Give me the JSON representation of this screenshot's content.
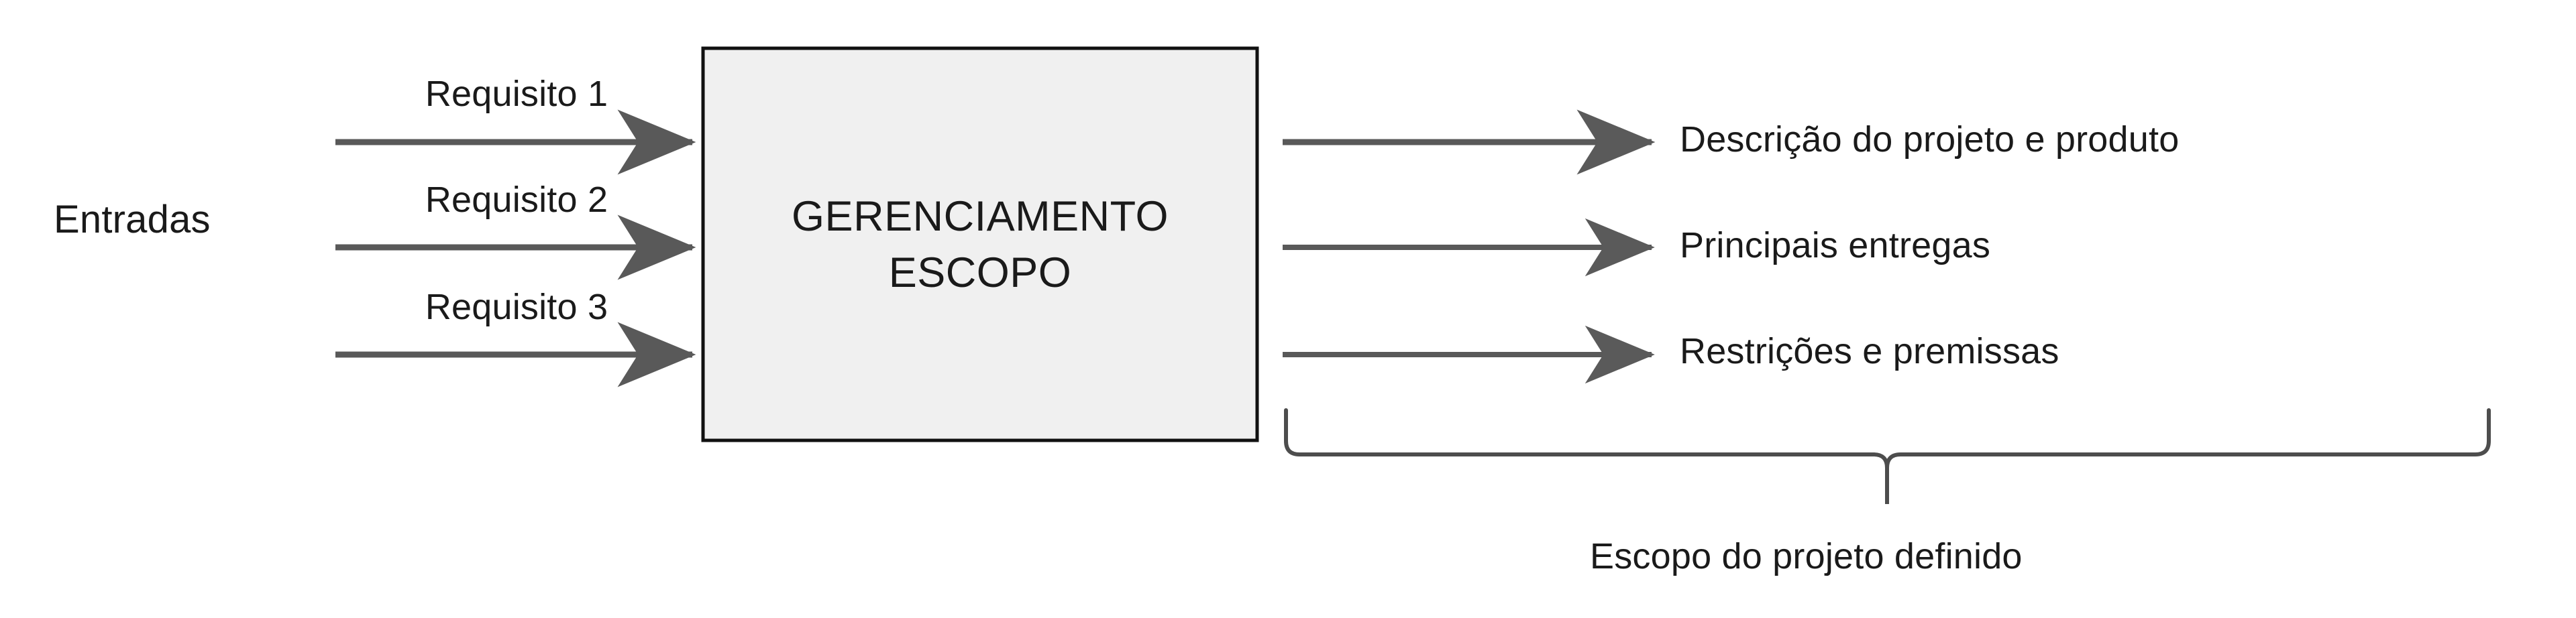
{
  "diagram": {
    "title_text": "GERENCIAMENTO ESCOPO",
    "colors": {
      "background": "#ffffff",
      "box_fill": "#f0f0f0",
      "box_border": "#111111",
      "arrow": "#595959",
      "text": "#1a1a1a",
      "brace": "#4d4d4d"
    },
    "input_group": {
      "group_label": "Entradas",
      "items": [
        {
          "label": "Requisito 1",
          "icon": "arrow-right-icon"
        },
        {
          "label": "Requisito 2",
          "icon": "arrow-right-icon"
        },
        {
          "label": "Requisito 3",
          "icon": "arrow-right-icon"
        }
      ]
    },
    "process": {
      "line1": "GERENCIAMENTO",
      "line2": "ESCOPO"
    },
    "output_group": {
      "items": [
        {
          "label": "Descrição do projeto e produto",
          "icon": "arrow-right-icon"
        },
        {
          "label": "Principais entregas",
          "icon": "arrow-right-icon"
        },
        {
          "label": "Restrições e premissas",
          "icon": "arrow-right-icon"
        }
      ],
      "brace_caption": "Escopo do projeto definido"
    }
  }
}
